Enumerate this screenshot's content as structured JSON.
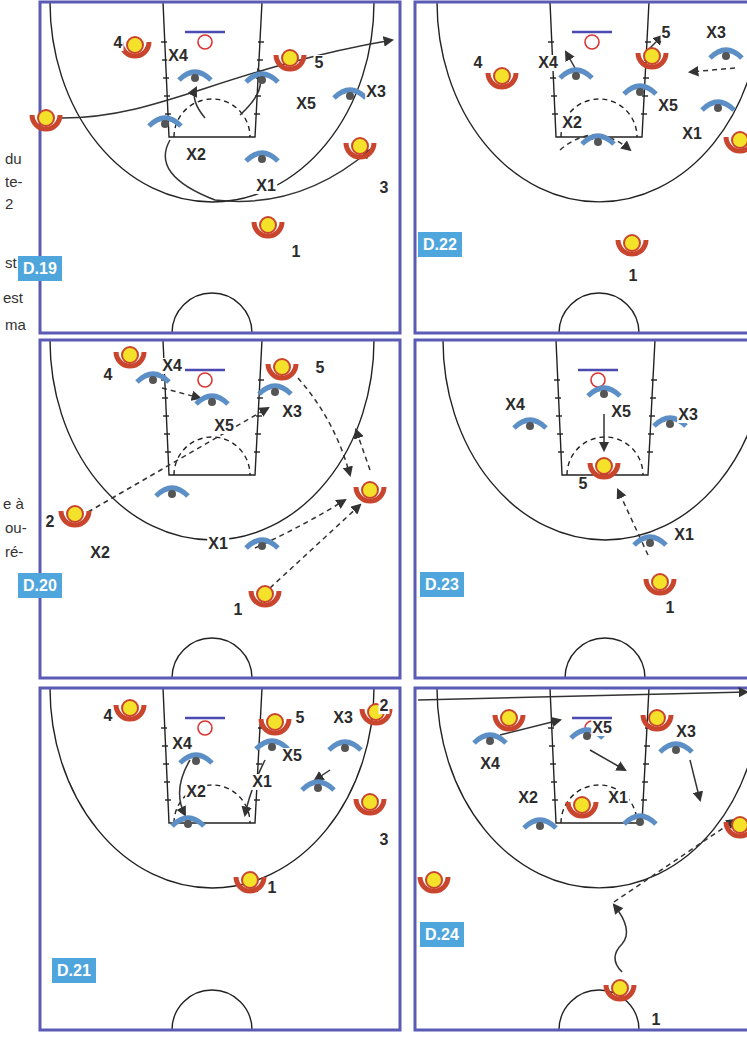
{
  "diagram": {
    "nodes": [
      {
        "text": [
          "D.19"
        ]
      },
      {
        "text": [
          "D.20"
        ]
      },
      {
        "text": [
          "D.21"
        ]
      },
      {
        "text": [
          "D.22"
        ]
      },
      {
        "text": [
          "D.23"
        ]
      },
      {
        "text": [
          "D.24"
        ]
      }
    ],
    "labels": [
      "du",
      "te-",
      "2",
      "st",
      "est",
      "ma",
      "e à",
      "ou-",
      "ré-",
      "4",
      "X4",
      "5",
      "X5",
      "X3",
      "X2",
      "X1",
      "3",
      "1",
      "4",
      "X4",
      "5",
      "X5",
      "X3",
      "2",
      "X2",
      "X1",
      "1",
      "4",
      "X4",
      "5",
      "X3",
      "2",
      "X5",
      "X2",
      "X1",
      "3",
      "1",
      "4",
      "X4",
      "5",
      "X3",
      "X5",
      "X2",
      "X1",
      "1",
      "X4",
      "X5",
      "X3",
      "5",
      "X1",
      "1",
      "X4",
      "X5",
      "X3",
      "X2",
      "X1",
      "1"
    ]
  }
}
